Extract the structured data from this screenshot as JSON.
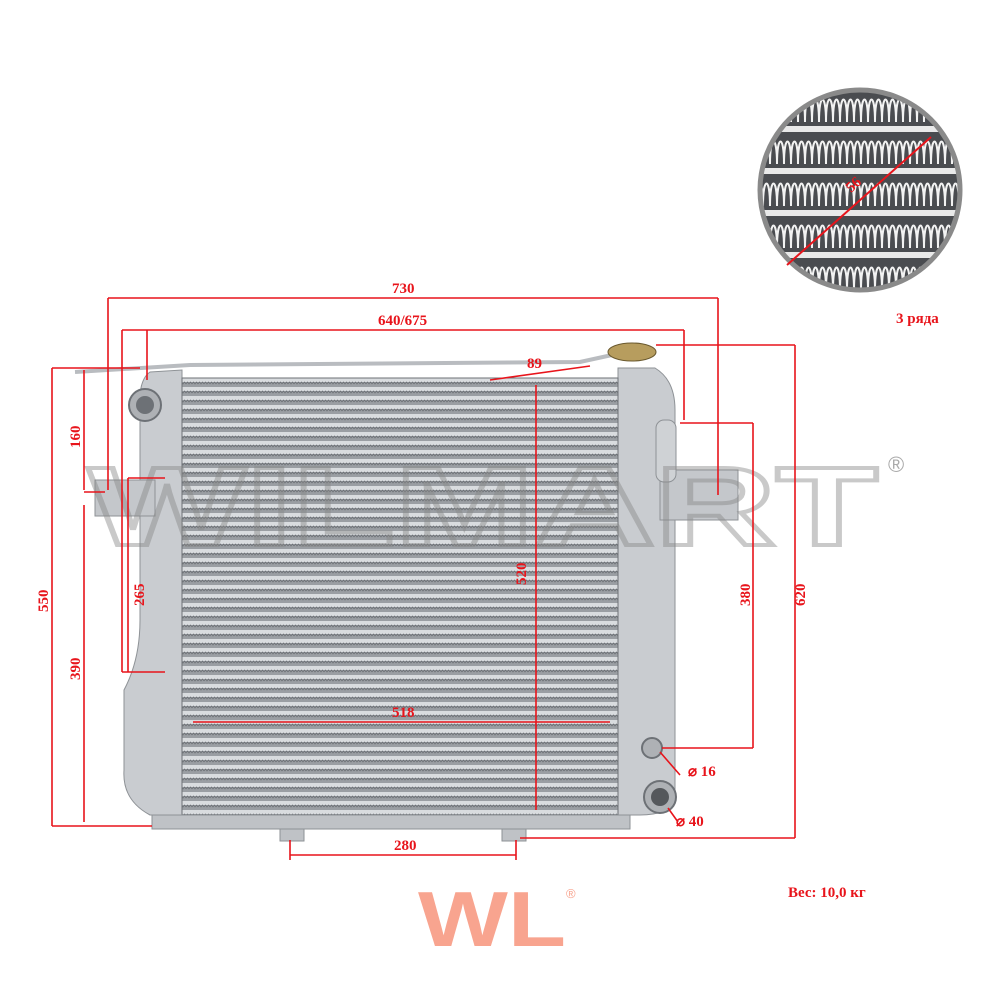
{
  "watermark": {
    "text": "WILMART",
    "mark": "®"
  },
  "logo": {
    "text": "WL",
    "mark": "®",
    "color": "#f8a48f"
  },
  "accent_color": "#e8141b",
  "inset": {
    "diameter_label": "56",
    "rows_label": "3 ряда"
  },
  "dimensions": {
    "overall_width": "730",
    "core_width": "640/675",
    "cap_offset": "89",
    "overall_height_left": "550",
    "top_bracket": "160",
    "lower_bracket": "390",
    "bracket_spacing": "265",
    "core_height": "520",
    "core_inner_width": "518",
    "right_pipe_height": "380",
    "overall_height_right": "620",
    "feet_spacing": "280",
    "small_pipe_diameter": "⌀ 16",
    "large_pipe_diameter": "⌀ 40"
  },
  "weight": "Вес: 10,0 кг"
}
